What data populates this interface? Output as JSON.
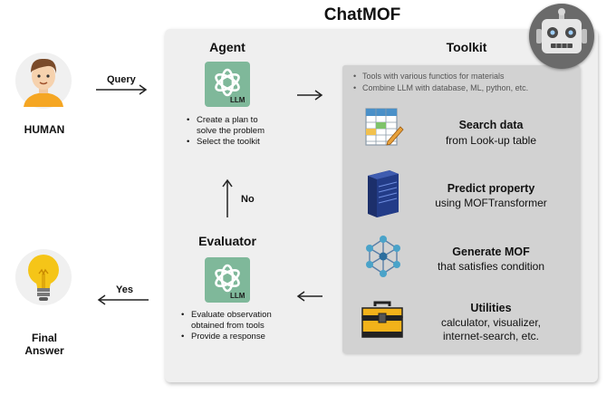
{
  "title": "ChatMOF",
  "human": {
    "label": "HUMAN"
  },
  "final": {
    "label_line1": "Final",
    "label_line2": "Answer"
  },
  "arrows": {
    "query": "Query",
    "yes": "Yes",
    "no": "No"
  },
  "agent": {
    "title": "Agent",
    "llm_label": "LLM",
    "bullets": [
      "Create a plan to",
      "solve the problem",
      "Select the toolkit"
    ]
  },
  "evaluator": {
    "title": "Evaluator",
    "llm_label": "LLM",
    "bullets": [
      "Evaluate observation",
      "obtained from tools",
      "Provide a response"
    ]
  },
  "toolkit": {
    "title": "Toolkit",
    "info": [
      "Tools with various functios for materials",
      "Combine LLM with database, ML, python, etc."
    ],
    "tools": [
      {
        "title": "Search data",
        "sub1": "from Look-up table",
        "sub2": "",
        "icon": "spreadsheet-icon"
      },
      {
        "title": "Predict property",
        "sub1": "using MOFTransformer",
        "sub2": "",
        "icon": "server-icon"
      },
      {
        "title": "Generate MOF",
        "sub1": "that satisfies condition",
        "sub2": "",
        "icon": "network-icon"
      },
      {
        "title": "Utilities",
        "sub1": "calculator, visualizer,",
        "sub2": "internet-search, etc.",
        "icon": "toolbox-icon"
      }
    ]
  },
  "colors": {
    "llm": "#7fb89a",
    "panel": "#efefef",
    "toolbox": "#d2d2d2",
    "robot": "#6a6a6a"
  }
}
